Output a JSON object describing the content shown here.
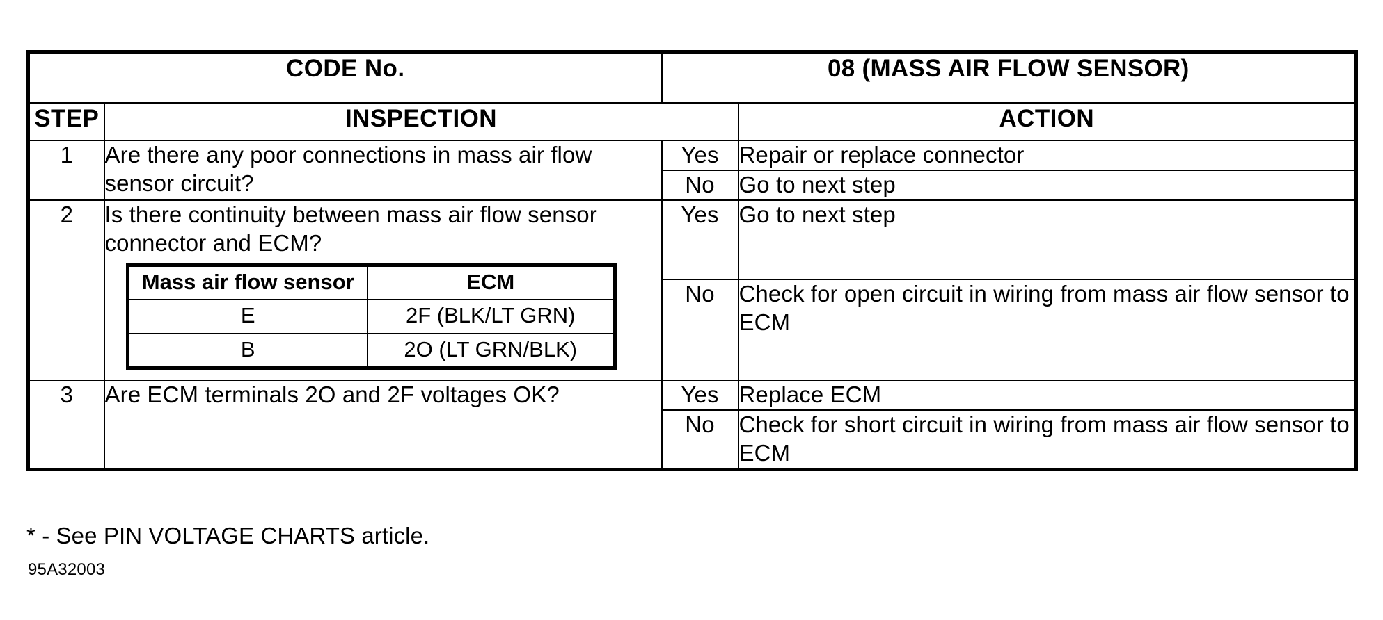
{
  "document": {
    "code_label": "CODE No.",
    "code_value": "08 (MASS AIR FLOW SENSOR)",
    "columns": {
      "step": "STEP",
      "inspection": "INSPECTION",
      "action": "ACTION"
    },
    "answers": {
      "yes": "Yes",
      "no": "No"
    },
    "steps": [
      {
        "number": "1",
        "inspection": "Are there any poor connections in mass air flow sensor circuit?",
        "yes_action": "Repair or replace connector",
        "no_action": "Go to next step"
      },
      {
        "number": "2",
        "inspection": "Is there continuity between mass air flow sensor connector and ECM?",
        "yes_action": "Go to next step",
        "no_action": "Check for open circuit in wiring from mass air flow sensor to ECM",
        "nested_table": {
          "headers": [
            "Mass air flow sensor",
            "ECM"
          ],
          "rows": [
            [
              "E",
              "2F (BLK/LT GRN)"
            ],
            [
              "B",
              "2O (LT GRN/BLK)"
            ]
          ]
        }
      },
      {
        "number": "3",
        "inspection": "Are ECM terminals 2O and 2F voltages OK?",
        "yes_action": "Replace ECM",
        "no_action": "Check for short circuit in wiring from mass air flow sensor to ECM"
      }
    ],
    "footnote": "* - See PIN VOLTAGE CHARTS article.",
    "figure_id": "95A32003"
  },
  "colors": {
    "ink": "#000000",
    "paper": "#ffffff"
  }
}
